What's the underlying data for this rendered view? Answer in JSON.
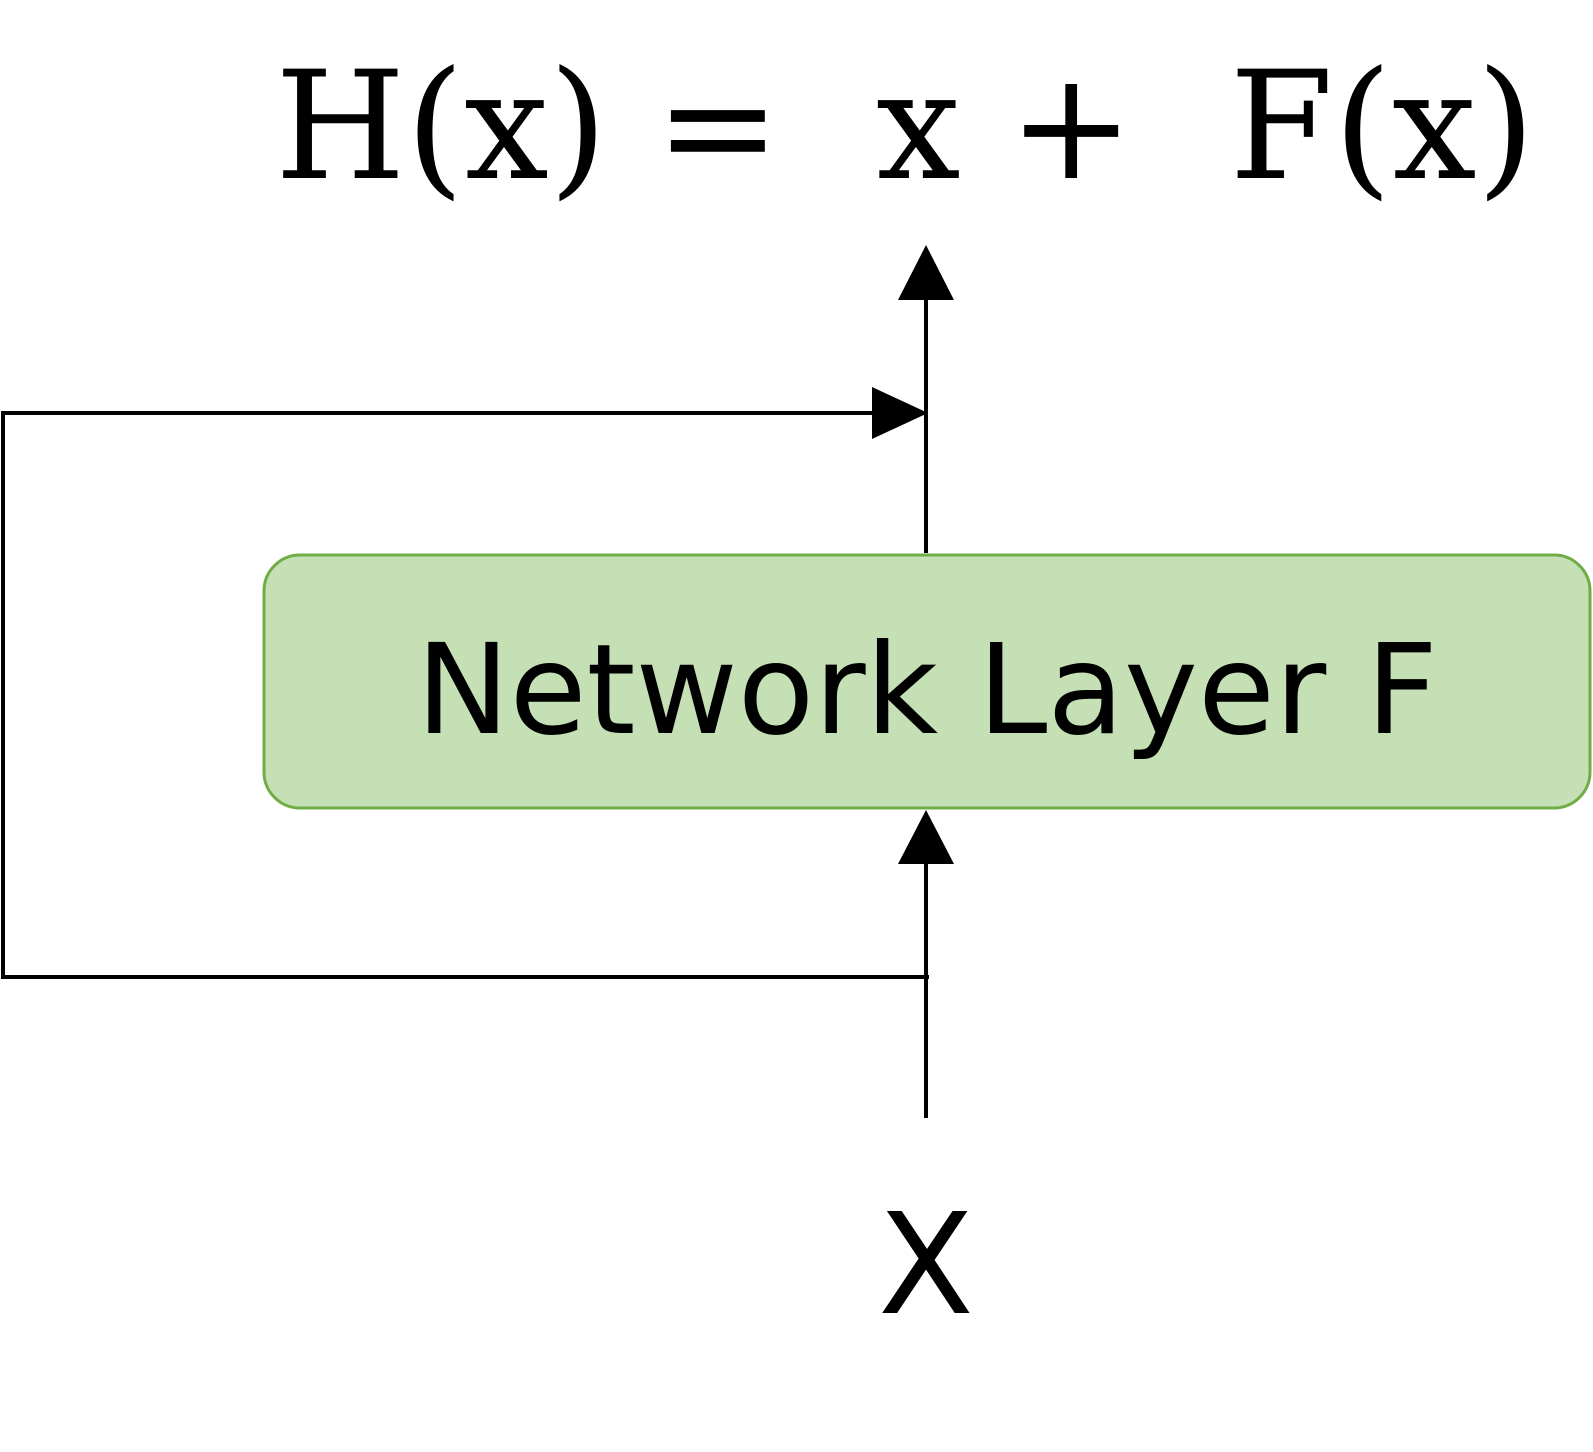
{
  "diagram": {
    "equation": "H(x) =  x +  F(x)",
    "layer_label": "Network Layer F",
    "input_label": "X",
    "colors": {
      "layer_fill": "#c5e0b4",
      "layer_stroke": "#70ad47",
      "line": "#000000"
    }
  }
}
